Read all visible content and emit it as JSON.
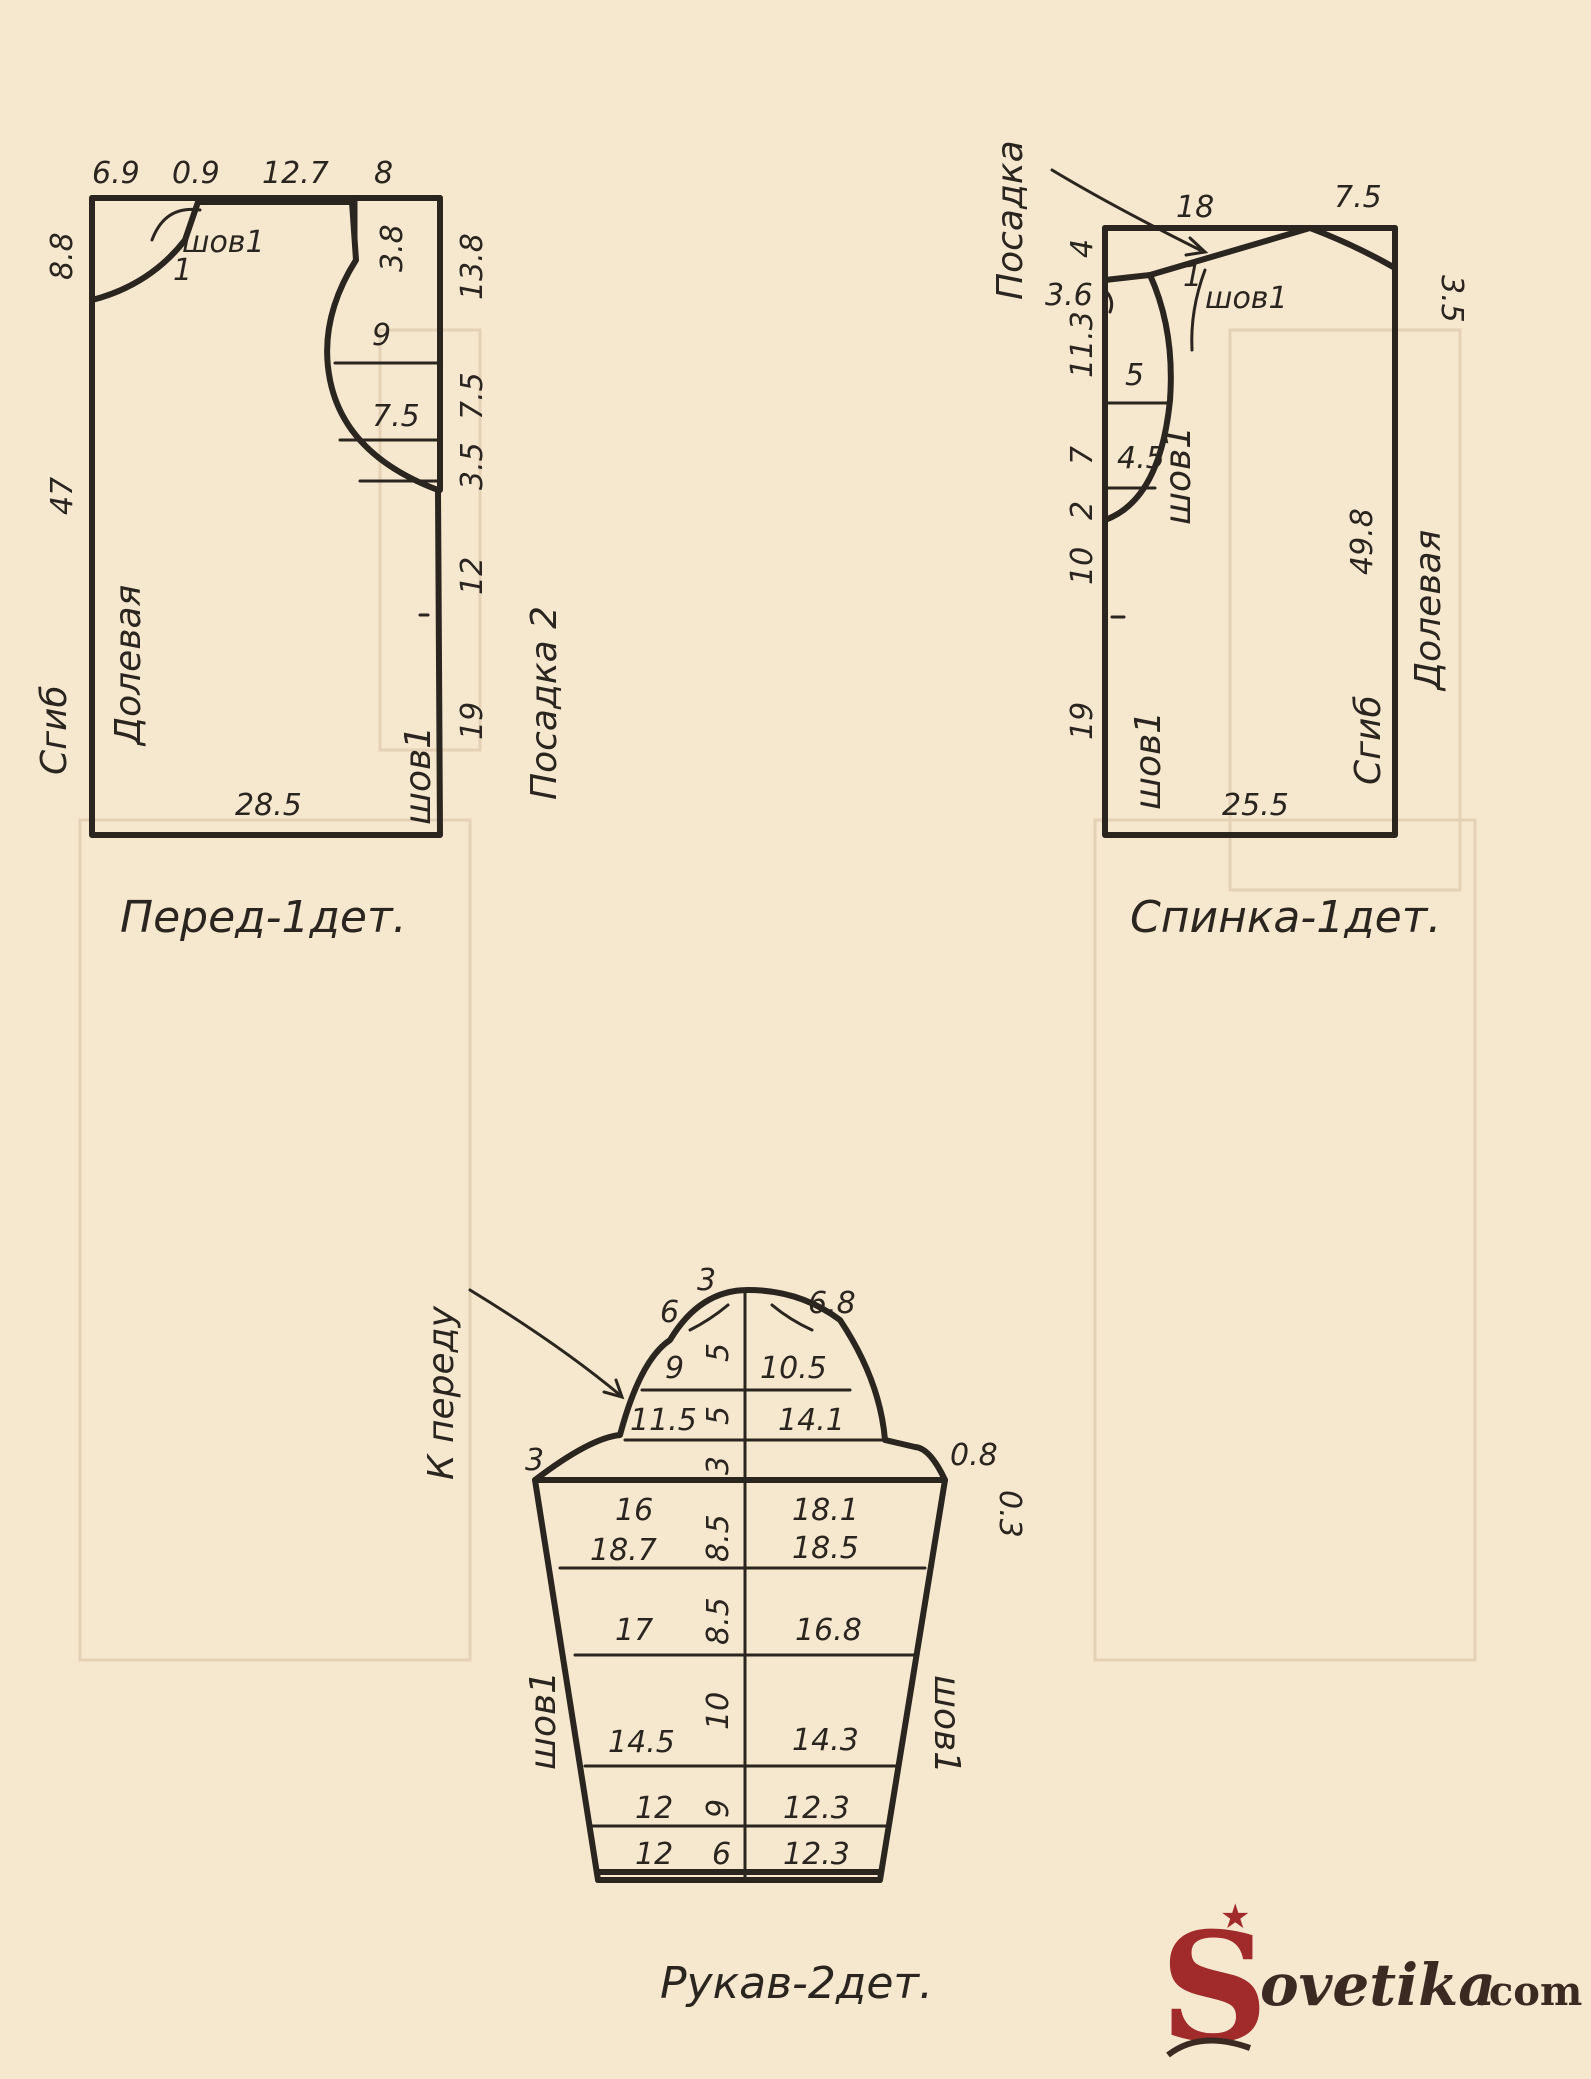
{
  "colors": {
    "paper": "#f6e7cf",
    "ink": "#2b2520",
    "watermark_red": "#a12a2a",
    "watermark_dark": "#3a2a22"
  },
  "front": {
    "caption": "Перед-1дет.",
    "fold_label": "Сгиб",
    "grain_label": "Долевая",
    "seam_label": "шов1",
    "shoulder_seam_label": "шов1",
    "ease_label": "Посадка 2",
    "neck_mark": "1",
    "top_dims": [
      "6.9",
      "0.9",
      "12.7",
      "8"
    ],
    "left_dims": [
      "8.8",
      "47"
    ],
    "right_dims": [
      "13.8",
      "7.5",
      "3.5",
      "12",
      "19"
    ],
    "inner_dims": [
      "3.8",
      "9",
      "7.5"
    ],
    "bottom_dim": "28.5"
  },
  "back": {
    "caption": "Спинка-1дет.",
    "ease_label": "Посадка",
    "fold_label": "Сгиб",
    "grain_label": "Долевая",
    "seam_label": "шов1",
    "armhole_seam_label": "шов1",
    "shoulder_seam_label": "шов1",
    "neck_mark": "1",
    "top_dims": [
      "18",
      "7.5"
    ],
    "right_dim": "3.5",
    "left_dims": [
      "4",
      "3.6",
      "11.3",
      "7",
      "2",
      "10",
      "19"
    ],
    "inner_dims": [
      "5",
      "4.5"
    ],
    "length_dim": "49.8",
    "bottom_dim": "25.5"
  },
  "sleeve": {
    "caption": "Рукав-2дет.",
    "front_note": "К переду",
    "seam_label_left": "шов1",
    "seam_label_right": "шов1",
    "cap_dims": [
      "6",
      "3",
      "6.8"
    ],
    "side_dims_left": [
      "3"
    ],
    "side_dims_right": [
      "0.8",
      "0.3"
    ],
    "rows": [
      {
        "left": "9",
        "height": "5",
        "right": "10.5"
      },
      {
        "left": "11.5",
        "height": "5",
        "right": "14.1"
      },
      {
        "left": "",
        "height": "3",
        "right": ""
      },
      {
        "left": "16",
        "left2": "18.7",
        "height": "8.5",
        "right": "18.1",
        "right2": "18.5"
      },
      {
        "left": "17",
        "height": "8.5",
        "right": "16.8"
      },
      {
        "left": "14.5",
        "height": "10",
        "right": "14.3"
      },
      {
        "left": "12",
        "height": "9",
        "right": "12.3"
      },
      {
        "left": "12",
        "height": "6",
        "right": "12.3"
      }
    ]
  },
  "watermark": {
    "brand": "ovetika",
    "domain": ".com",
    "initial": "S",
    "star": "★"
  }
}
